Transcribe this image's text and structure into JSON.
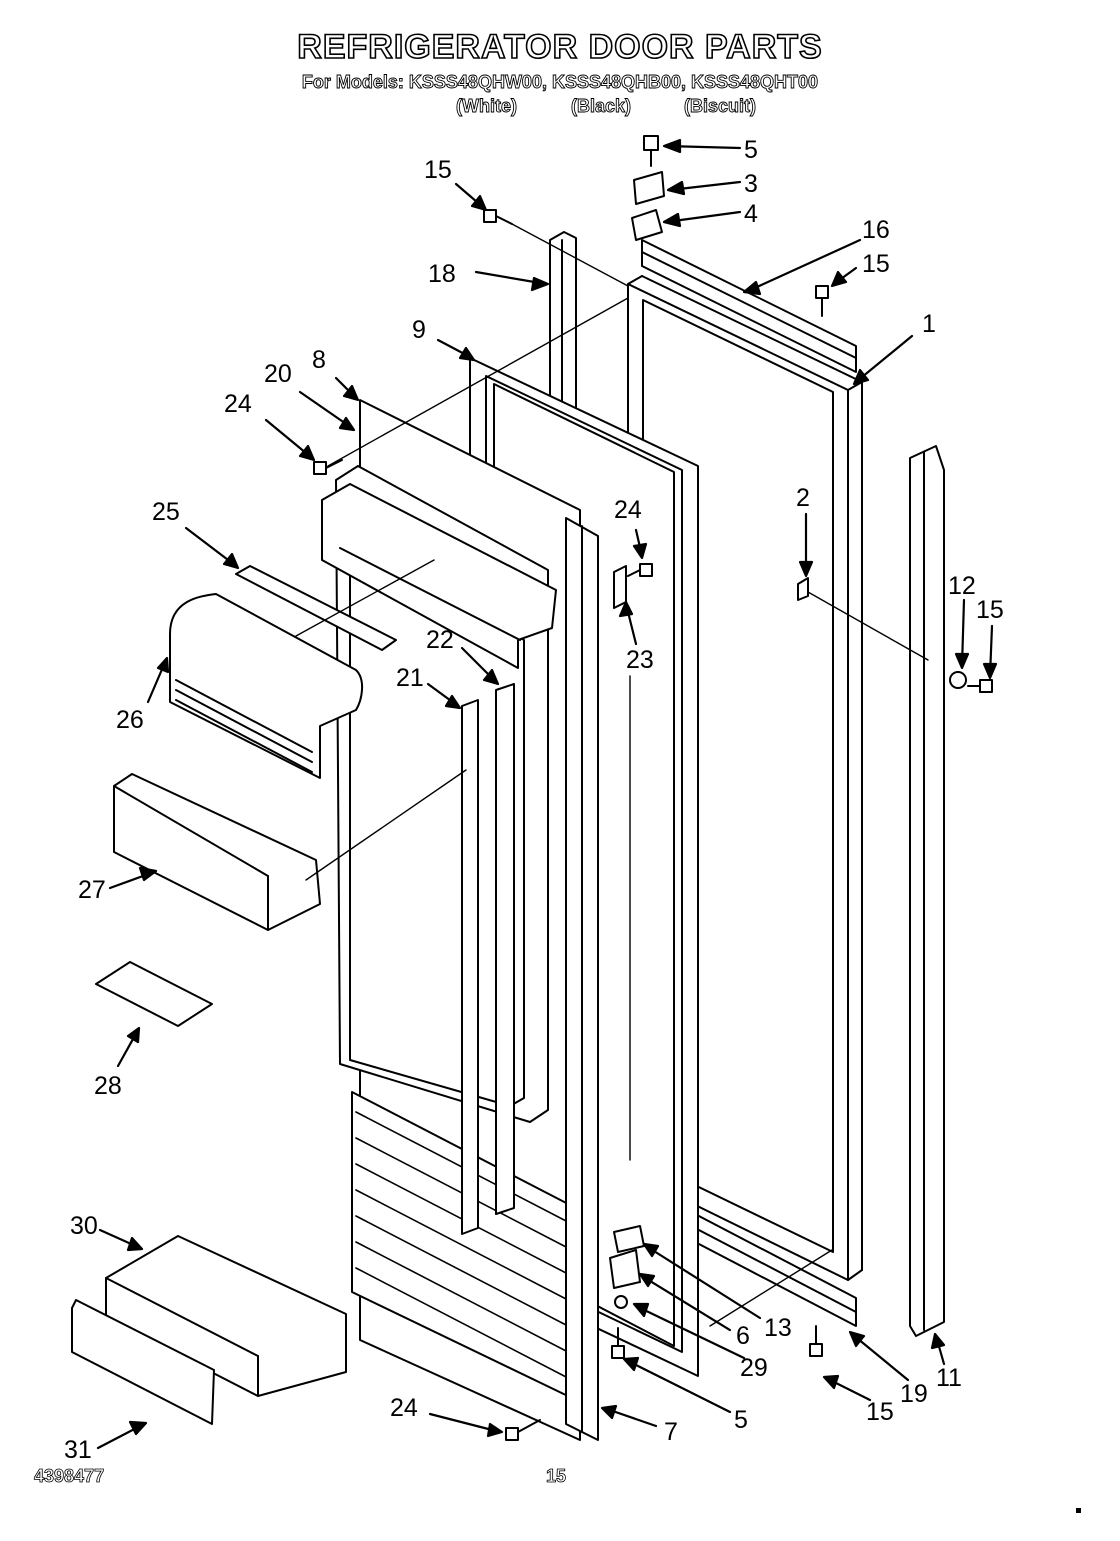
{
  "header": {
    "title": "REFRIGERATOR DOOR PARTS",
    "models_line": "For Models: KSSS48QHW00, KSSS48QHB00, KSSS48QHT00",
    "variants": [
      "(White)",
      "(Black)",
      "(Biscuit)"
    ]
  },
  "callouts": [
    "5",
    "3",
    "4",
    "15",
    "16",
    "15",
    "18",
    "9",
    "1",
    "8",
    "20",
    "24",
    "24",
    "2",
    "25",
    "12",
    "15",
    "23",
    "22",
    "21",
    "26",
    "27",
    "28",
    "30",
    "13",
    "6",
    "29",
    "31",
    "24",
    "7",
    "5",
    "15",
    "19",
    "11"
  ],
  "footer": {
    "doc_number": "4398477",
    "page_number": "15"
  }
}
